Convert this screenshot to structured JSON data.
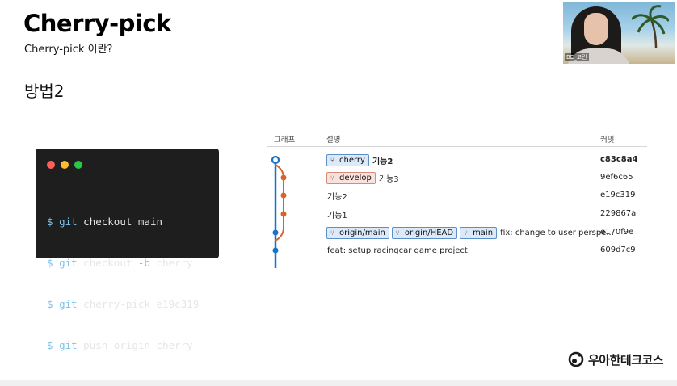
{
  "slide": {
    "title": "Cherry-pick",
    "subtitle": "Cherry-pick 이란?",
    "method": "방법2"
  },
  "webcam": {
    "name": "BE_코린"
  },
  "terminal": {
    "lines": [
      {
        "prompt": "$",
        "git": "git",
        "rest_before": " checkout main",
        "flag": "",
        "rest_after": ""
      },
      {
        "prompt": "$",
        "git": "git",
        "rest_before": " checkout ",
        "flag": "-b",
        "rest_after": " cherry"
      },
      {
        "prompt": "$",
        "git": "git",
        "rest_before": " cherry-pick e19c319",
        "flag": "",
        "rest_after": ""
      },
      {
        "prompt": "$",
        "git": "git",
        "rest_before": " push origin cherry",
        "flag": "",
        "rest_after": ""
      }
    ]
  },
  "git_log": {
    "headers": {
      "graph": "그래프",
      "description": "설명",
      "commit": "커밋"
    },
    "rows": [
      {
        "badges": [
          {
            "label": "cherry",
            "style": "blue"
          }
        ],
        "message": "기능2",
        "hash": "c83c8a4",
        "bold": true
      },
      {
        "badges": [
          {
            "label": "develop",
            "style": "red"
          }
        ],
        "message": "기능3",
        "hash": "9ef6c65",
        "bold": false
      },
      {
        "badges": [],
        "message": "기능2",
        "hash": "e19c319",
        "bold": false
      },
      {
        "badges": [],
        "message": "기능1",
        "hash": "229867a",
        "bold": false
      },
      {
        "badges": [
          {
            "label": "origin/main",
            "style": "blue"
          },
          {
            "label": "origin/HEAD",
            "style": "blue"
          },
          {
            "label": "main",
            "style": "blue"
          }
        ],
        "message": "fix: change to user perspe...",
        "hash": "e170f9e",
        "bold": false
      },
      {
        "badges": [],
        "message": "feat: setup racingcar game project",
        "hash": "609d7c9",
        "bold": false
      }
    ],
    "colors": {
      "main_branch": "#1a73c8",
      "develop_branch": "#d9632a"
    }
  },
  "branding": {
    "logo_text": "우아한테크코스"
  }
}
